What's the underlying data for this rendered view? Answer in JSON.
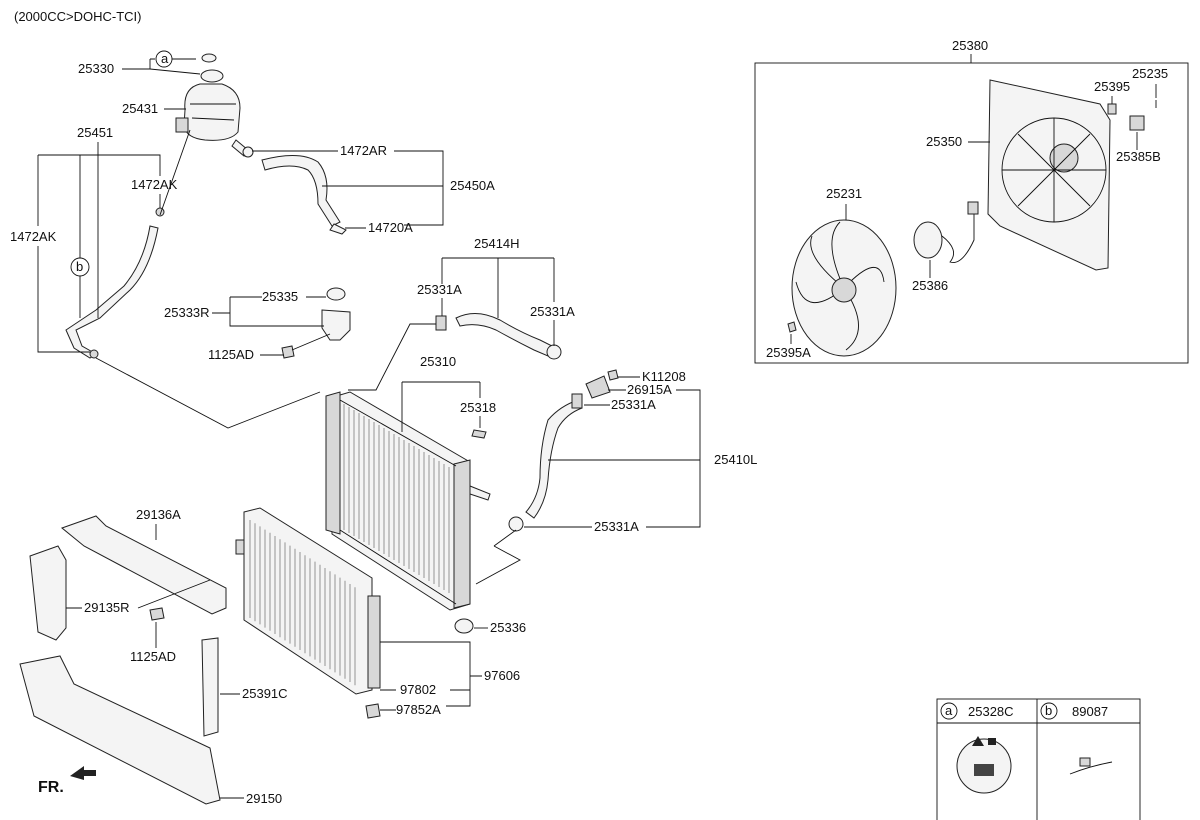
{
  "engine_caption": "(2000CC>DOHC-TCI)",
  "front_marker": "FR.",
  "callout_markers": {
    "a": "a",
    "b": "b"
  },
  "part_labels": {
    "p25330": "25330",
    "p25431": "25431",
    "p25451": "25451",
    "p1472ak_upper": "1472AK",
    "p1472ak_left": "1472AK",
    "p1472ar": "1472AR",
    "p25450a": "25450A",
    "p14720a": "14720A",
    "p25414h": "25414H",
    "p25331a_1": "25331A",
    "p25331a_2": "25331A",
    "p25331a_3": "25331A",
    "p25331a_4": "25331A",
    "p25335": "25335",
    "p25333r": "25333R",
    "p1125ad_1": "1125AD",
    "p1125ad_2": "1125AD",
    "p25310": "25310",
    "p25318": "25318",
    "pk11208": "K11208",
    "p26915a": "26915A",
    "p25410l": "25410L",
    "p29136a": "29136A",
    "p29135r": "29135R",
    "p25336": "25336",
    "p97606": "97606",
    "p97802": "97802",
    "p97852a": "97852A",
    "p25391c": "25391C",
    "p29150": "29150",
    "p25380": "25380",
    "p25235": "25235",
    "p25395": "25395",
    "p25350": "25350",
    "p25385b": "25385B",
    "p25231": "25231",
    "p25386": "25386",
    "p25395a": "25395A"
  },
  "legend": {
    "a_marker": "a",
    "a_part": "25328C",
    "b_marker": "b",
    "b_part": "89087"
  }
}
